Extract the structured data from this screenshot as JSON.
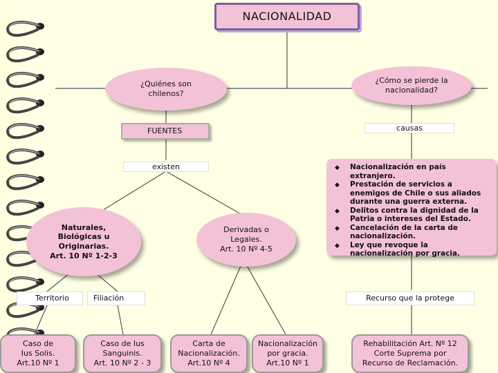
{
  "title": "NACIONALIDAD",
  "questions": {
    "left": "¿Quiénes son chilenos?",
    "right": "¿Cómo se pierde la nacionalidad?"
  },
  "labels": {
    "fuentes": "FUENTES",
    "causas": "causas",
    "existen": "existen"
  },
  "sources": {
    "natural": [
      "Naturales,",
      "Biológicas u",
      "Originarias.",
      "Art. 10 Nº 1-2-3"
    ],
    "derived": [
      "Derivadas o",
      "Legales.",
      "Art. 10 Nº 4-5"
    ]
  },
  "criteria": {
    "territorio": "Territorio",
    "filiacion": "Filiación",
    "recurso": "Recurso que la protege"
  },
  "causes": [
    "Nacionalización en país extranjero.",
    "Prestación de servicios a enemigos de Chile o sus aliados durante una guerra externa.",
    "Delitos contra la dignidad de la Patria o intereses del Estado.",
    "Cancelación de la carta de nacionalización.",
    "Ley que revoque la nacionalización por gracia."
  ],
  "leaves": [
    {
      "line1": "Caso de",
      "line2": "Ius Solis.",
      "line3": "Art.10 Nº 1"
    },
    {
      "line1": "Caso de Ius",
      "line2": "Sanguinis.",
      "line3": "Art. 10 Nº 2 - 3"
    },
    {
      "line1": "Carta de",
      "line2": "Nacionalización.",
      "line3": "Art.10 Nº 4"
    },
    {
      "line1": "Nacionalización",
      "line2": "por gracia.",
      "line3": "Art.10 Nº 1"
    },
    {
      "line1": "Rehabilitación Art. Nº 12",
      "line2": "Corte Suprema por",
      "line3": "Recurso de Reclamación."
    }
  ]
}
